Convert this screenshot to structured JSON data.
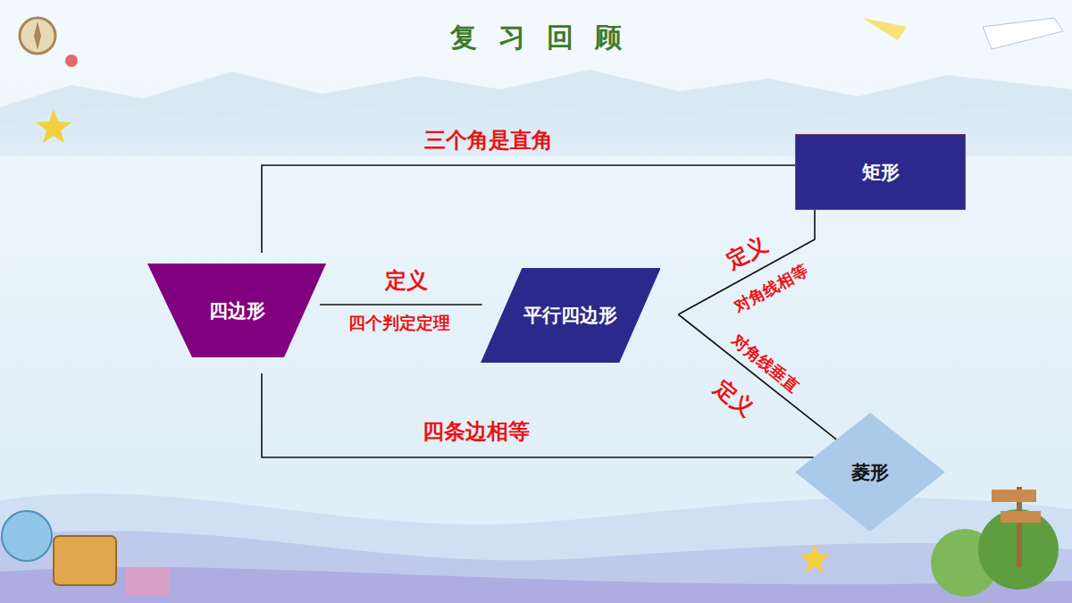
{
  "diagram": {
    "title": "复习回顾",
    "nodes": [
      {
        "text": [
          "矩形"
        ]
      },
      {
        "text": [
          "四边形"
        ]
      },
      {
        "text": [
          "平行四边形"
        ]
      },
      {
        "text": [
          "菱形"
        ]
      }
    ],
    "edges": [
      {
        "from": 1,
        "to": 0,
        "arrow": "none",
        "label": "三个角是直角"
      },
      {
        "from": 1,
        "to": 2,
        "arrow": "none",
        "label": "定义"
      },
      {
        "from": 2,
        "to": 0,
        "arrow": "none",
        "label": "对角线相等"
      },
      {
        "from": 2,
        "to": 3,
        "arrow": "none",
        "label": "对角线垂直"
      },
      {
        "from": 1,
        "to": 3,
        "arrow": "none",
        "label": "四条边相等"
      }
    ],
    "labels": [
      "四个判定定理",
      "定义",
      "定义"
    ]
  }
}
